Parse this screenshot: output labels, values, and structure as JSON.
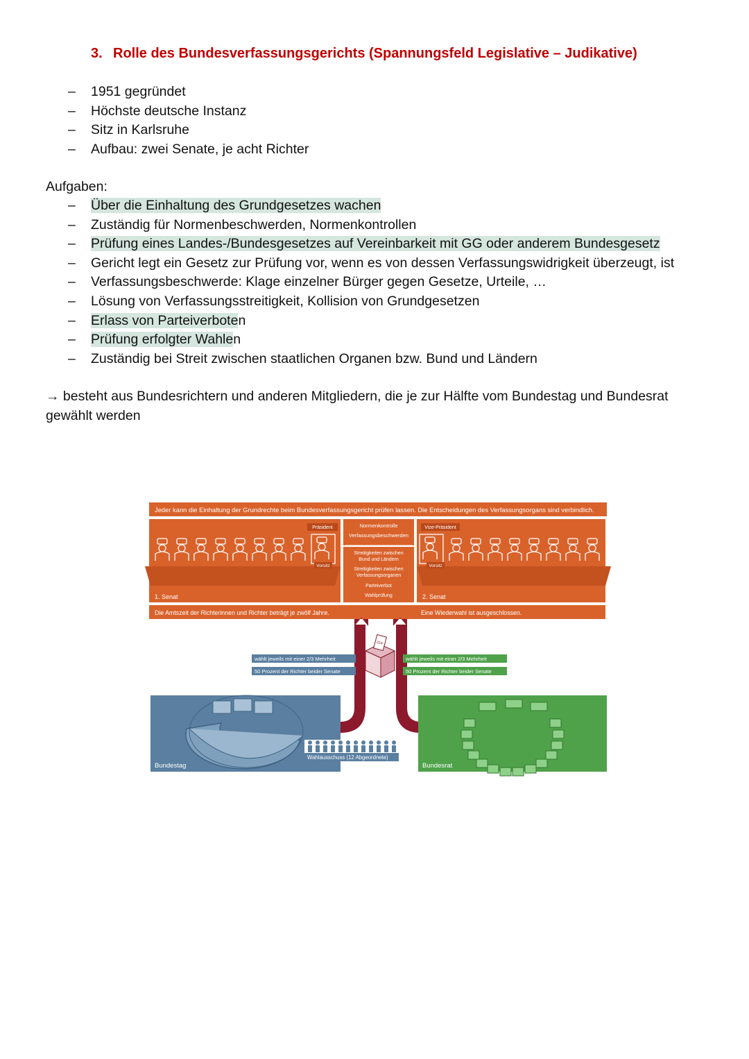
{
  "heading": {
    "number": "3.",
    "text": "Rolle des Bundesverfassungsgerichts (Spannungsfeld Legislative – Judikative)"
  },
  "facts": [
    "1951 gegründet",
    "Höchste deutsche Instanz",
    "Sitz in Karlsruhe",
    "Aufbau: zwei Senate, je acht Richter"
  ],
  "tasks_label": "Aufgaben:",
  "tasks": [
    {
      "pre": "",
      "hl": "Über die Einhaltung des Grundgesetzes wachen",
      "post": ""
    },
    {
      "pre": "Zuständig für Normenbeschwerden, Normenkontrollen",
      "hl": "",
      "post": ""
    },
    {
      "pre": "",
      "hl": "Prüfung eines Landes-/Bundesgesetzes auf Vereinbarkeit mit GG oder anderem Bundesgesetz",
      "post": ""
    },
    {
      "pre": "Gericht legt ein Gesetz zur Prüfung vor, wenn es von dessen Verfassungswidrigkeit überzeugt, ist",
      "hl": "",
      "post": ""
    },
    {
      "pre": "Verfassungsbeschwerde: Klage einzelner Bürger gegen Gesetze, Urteile, …",
      "hl": "",
      "post": ""
    },
    {
      "pre": "Lösung von Verfassungsstreitigkeit, Kollision von Grundgesetzen",
      "hl": "",
      "post": ""
    },
    {
      "pre": "",
      "hl": "Erlass von Parteiverbote",
      "post": "n"
    },
    {
      "pre": "",
      "hl": "Prüfung erfolgter Wahle",
      "post": "n"
    },
    {
      "pre": "Zuständig bei Streit zwischen staatlichen Organen bzw. Bund und Ländern",
      "hl": "",
      "post": ""
    }
  ],
  "conclusion": {
    "arrow": "→",
    "line1": "besteht aus Bundesrichtern und anderen Mitgliedern, die je zur Hälfte vom Bundestag und Bundesrat",
    "line2": "gewählt werden"
  },
  "figure": {
    "top_banner": "Jeder kann die Einhaltung der Grundrechte beim Bundesverfassungsgericht prüfen lassen. Die Entscheidungen des Verfassungsorgans sind verbindlich.",
    "president": "Präsident",
    "vice_president": "Vize-Präsident",
    "chair": "Vorsitz",
    "center_top": [
      "Normenkontrolle",
      "Verfassungsbeschwerden"
    ],
    "center_bottom": [
      "Streitigkeiten zwischen",
      "Bund und Ländern",
      "Streitigkeiten zwischen",
      "Verfassungsorganen",
      "Parteiverbot",
      "Wahlprüfung"
    ],
    "senate1": "1. Senat",
    "senate2": "2. Senat",
    "term_left": "Die Amtszeit der Richterinnen und Richter beträgt je zwölf Jahre.",
    "term_right": "Eine Wiederwahl ist ausgeschlossen.",
    "ballot": "ZDF",
    "vote_left": [
      "wählt jeweils mit einer 2/3 Mehrheit",
      "50 Prozent der Richter beider Senate"
    ],
    "vote_right": [
      "wählt jeweils mit einer 2/3 Mehrheit",
      "50 Prozent der Richter beider Senate"
    ],
    "bundestag": "Bundestag",
    "bundesrat": "Bundesrat",
    "committee": "Wahlausschuss (12 Abgeordnete)",
    "colors": {
      "court": "#d9622b",
      "court_dark": "#b9481a",
      "bundestag": "#5a7fa0",
      "bundesrat": "#4fa24a",
      "pipe": "#8c1a2c"
    }
  }
}
